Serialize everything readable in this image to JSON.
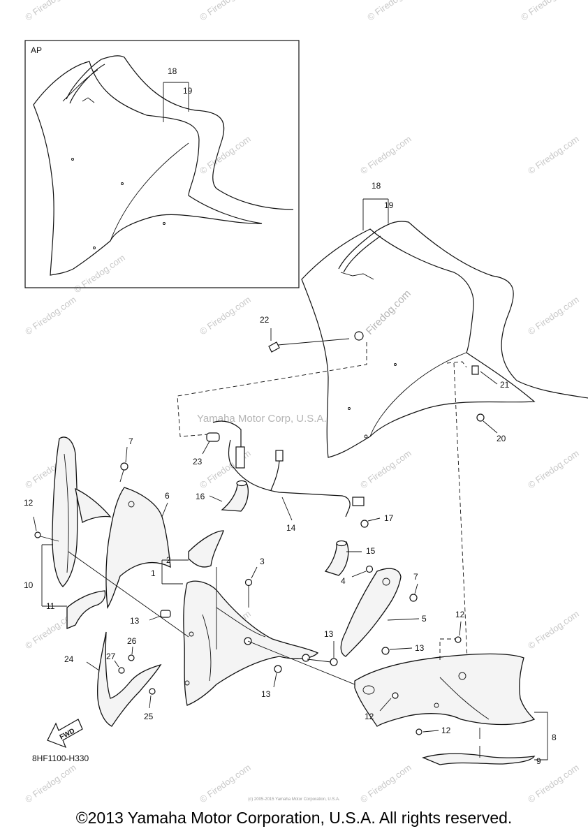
{
  "inset": {
    "label": "AP"
  },
  "callouts": {
    "c1": "1",
    "c2": "2",
    "c3": "3",
    "c4": "4",
    "c5": "5",
    "c6": "6",
    "c7a": "7",
    "c7b": "7",
    "c8": "8",
    "c9": "9",
    "c10": "10",
    "c11": "11",
    "c12a": "12",
    "c12b": "12",
    "c12c": "12",
    "c12d": "12",
    "c13a": "13",
    "c13b": "13",
    "c13c": "13",
    "c13d": "13",
    "c14": "14",
    "c15": "15",
    "c16": "16",
    "c17": "17",
    "c18": "18",
    "c18i": "18",
    "c19": "19",
    "c19i": "19",
    "c20": "20",
    "c21": "21",
    "c22": "22",
    "c23": "23",
    "c24": "24",
    "c25": "25",
    "c26": "26",
    "c27": "27"
  },
  "fwd_label": "FWD",
  "diagram_code": "8HF1100-H330",
  "watermark": "© Firedog.com",
  "watermark_short": "Firedog.com",
  "stamp": "Yamaha Motor Corp, U.S.A.",
  "tiny_notice": "(c) 2005-2015 Yamaha Motor Corporation, U.S.A.",
  "footer": "©2013 Yamaha Motor Corporation, U.S.A. All rights reserved."
}
